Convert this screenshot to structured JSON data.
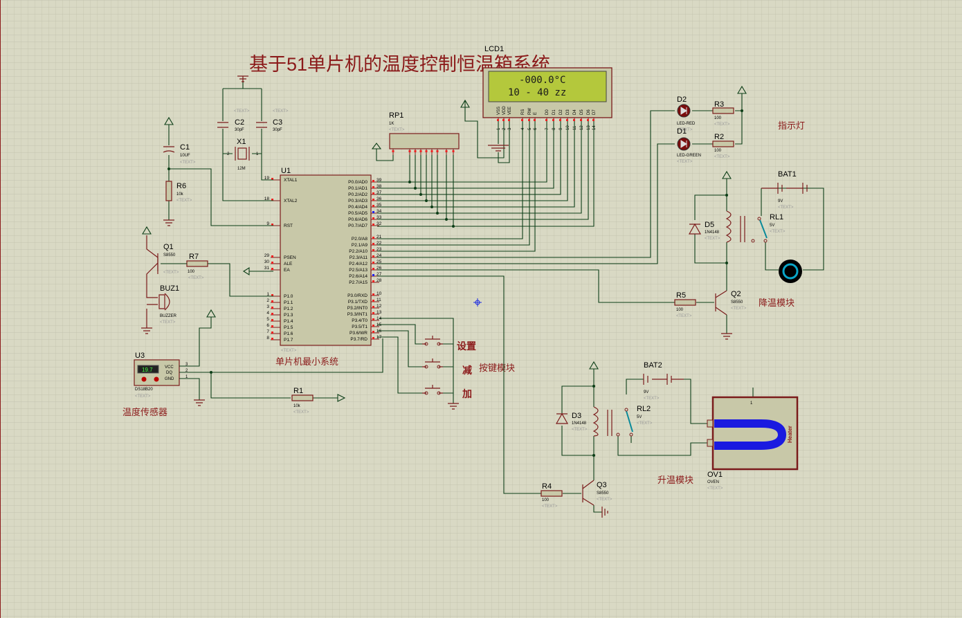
{
  "title": "基于51单片机的温度控制恒温箱系统",
  "lcd": {
    "ref": "LCD1",
    "line1": "-000.0°C",
    "line2": "10 - 40  zz",
    "pins": [
      "VSS",
      "VDD",
      "VEE",
      "RS",
      "RW",
      "E",
      "D0",
      "D1",
      "D2",
      "D3",
      "D4",
      "D5",
      "D6",
      "D7"
    ],
    "pin_numbers": [
      "1",
      "2",
      "3",
      "4",
      "5",
      "6",
      "7",
      "8",
      "9",
      "10",
      "11",
      "12",
      "13",
      "14"
    ]
  },
  "mcu": {
    "ref": "U1",
    "label": "单片机最小系统",
    "left_pins": [
      {
        "num": "19",
        "name": "XTAL1"
      },
      {
        "num": "18",
        "name": "XTAL2"
      },
      {
        "num": "9",
        "name": "RST"
      },
      {
        "num": "29",
        "name": "PSEN"
      },
      {
        "num": "30",
        "name": "ALE"
      },
      {
        "num": "31",
        "name": "EA"
      },
      {
        "num": "1",
        "name": "P1.0"
      },
      {
        "num": "2",
        "name": "P1.1"
      },
      {
        "num": "3",
        "name": "P1.2"
      },
      {
        "num": "4",
        "name": "P1.3"
      },
      {
        "num": "5",
        "name": "P1.4"
      },
      {
        "num": "6",
        "name": "P1.5"
      },
      {
        "num": "7",
        "name": "P1.6"
      },
      {
        "num": "8",
        "name": "P1.7"
      }
    ],
    "right_pins": [
      {
        "num": "39",
        "name": "P0.0/AD0"
      },
      {
        "num": "38",
        "name": "P0.1/AD1"
      },
      {
        "num": "37",
        "name": "P0.2/AD2"
      },
      {
        "num": "36",
        "name": "P0.3/AD3"
      },
      {
        "num": "35",
        "name": "P0.4/AD4"
      },
      {
        "num": "34",
        "name": "P0.5/AD5"
      },
      {
        "num": "33",
        "name": "P0.6/AD6"
      },
      {
        "num": "32",
        "name": "P0.7/AD7"
      },
      {
        "num": "21",
        "name": "P2.0/A8"
      },
      {
        "num": "22",
        "name": "P2.1/A9"
      },
      {
        "num": "23",
        "name": "P2.2/A10"
      },
      {
        "num": "24",
        "name": "P2.3/A11"
      },
      {
        "num": "25",
        "name": "P2.4/A12"
      },
      {
        "num": "26",
        "name": "P2.5/A13"
      },
      {
        "num": "27",
        "name": "P2.6/A14"
      },
      {
        "num": "28",
        "name": "P2.7/A15"
      },
      {
        "num": "10",
        "name": "P3.0/RXD"
      },
      {
        "num": "11",
        "name": "P3.1/TXD"
      },
      {
        "num": "12",
        "name": "P3.2/INT0"
      },
      {
        "num": "13",
        "name": "P3.3/INT1"
      },
      {
        "num": "14",
        "name": "P3.4/T0"
      },
      {
        "num": "15",
        "name": "P3.5/T1"
      },
      {
        "num": "16",
        "name": "P3.6/WR"
      },
      {
        "num": "17",
        "name": "P3.7/RD"
      }
    ]
  },
  "components": {
    "c1": {
      "ref": "C1",
      "value": "10UF"
    },
    "c2": {
      "ref": "C2",
      "value": "30pF"
    },
    "c3": {
      "ref": "C3",
      "value": "30pF"
    },
    "x1": {
      "ref": "X1",
      "value": "12M"
    },
    "r6": {
      "ref": "R6",
      "value": "10k"
    },
    "rp1": {
      "ref": "RP1",
      "value": "1K"
    },
    "q1": {
      "ref": "Q1",
      "value": "S8550"
    },
    "r7": {
      "ref": "R7",
      "value": "100"
    },
    "buz1": {
      "ref": "BUZ1",
      "value": "BUZZER"
    },
    "u3": {
      "ref": "U3",
      "value": "DS18B20",
      "display": "19.7",
      "pins": [
        "VCC",
        "DQ",
        "GND"
      ],
      "pin_numbers": [
        "3",
        "2",
        "1"
      ]
    },
    "r1": {
      "ref": "R1",
      "value": "10k"
    },
    "d2": {
      "ref": "D2",
      "value": "LED-RED"
    },
    "d1": {
      "ref": "D1",
      "value": "LED-GREEN"
    },
    "r3": {
      "ref": "R3",
      "value": "100"
    },
    "r2": {
      "ref": "R2",
      "value": "100"
    },
    "bat1": {
      "ref": "BAT1",
      "value": "9V"
    },
    "d5": {
      "ref": "D5",
      "value": "1N4148"
    },
    "rl1": {
      "ref": "RL1",
      "value": "5V"
    },
    "r5": {
      "ref": "R5",
      "value": "100"
    },
    "q2": {
      "ref": "Q2",
      "value": "S8550"
    },
    "bat2": {
      "ref": "BAT2",
      "value": "9V"
    },
    "d3": {
      "ref": "D3",
      "value": "1N4148"
    },
    "rl2": {
      "ref": "RL2",
      "value": "5V"
    },
    "r4": {
      "ref": "R4",
      "value": "100"
    },
    "q3": {
      "ref": "Q3",
      "value": "S8550"
    },
    "ov1": {
      "ref": "OV1",
      "value": "OVEN",
      "heater": "Heater"
    }
  },
  "section_labels": {
    "indicator": "指示灯",
    "cooling": "降温模块",
    "heating": "升温模块",
    "keys": "按键模块",
    "sensor": "温度传感器",
    "key_set": "设置",
    "key_down": "减",
    "key_up": "加"
  },
  "placeholder_text": "<TEXT>",
  "colors": {
    "background": "#d9d9c4",
    "grid": "#bdbdaa",
    "wire": "#0b3d16",
    "component": "#7a1a1a",
    "chip": "#c8c8a8",
    "lcd": "#b4c83c",
    "title": "#8b1a1a"
  }
}
